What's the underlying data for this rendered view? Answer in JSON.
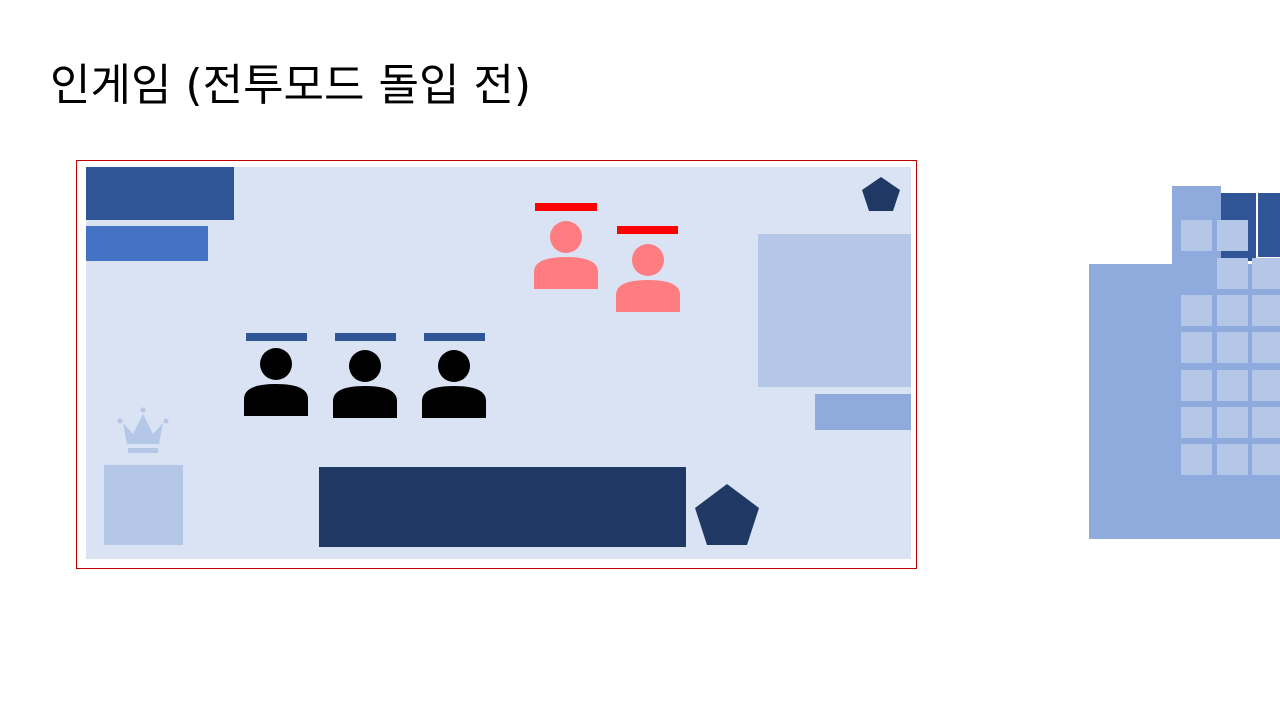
{
  "slide": {
    "title": "인게임 (전투모드 돌입 전)"
  },
  "colors": {
    "frame_border": "#c00000",
    "panel_bg": "#dae3f3",
    "dark_navy": "#203864",
    "medium_blue": "#2f5597",
    "bright_blue": "#4472c4",
    "light_blue": "#8faadc",
    "pale_blue": "#b4c7e7",
    "enemy_pink": "#ff7c80",
    "enemy_hp_red": "#ff0000",
    "ally_black": "#000000"
  },
  "icons": {
    "ally": "person-silhouette-icon",
    "enemy": "person-silhouette-icon",
    "crown": "crown-icon",
    "pentagon": "pentagon-icon"
  },
  "units": {
    "allies": 3,
    "enemies": 2
  }
}
